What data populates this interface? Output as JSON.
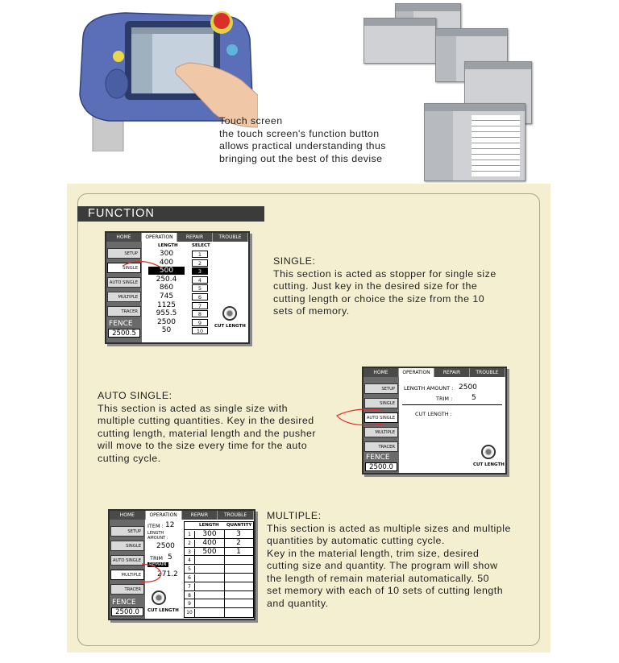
{
  "touch": {
    "line1": "Touch screen",
    "line2": "the touch screen's function button",
    "line3": "allows practical understanding thus",
    "line4": "bringing out the best of this devise"
  },
  "function_title": "FUNCTION",
  "tabs": {
    "home": "HOME",
    "operation": "OPERATION",
    "repair": "REPAIR",
    "trouble": "TROUBLE"
  },
  "sidebar": {
    "setup": "SETUP",
    "single": "SINGLE",
    "auto_single": "AUTO SINGLE",
    "multiple": "MULTIPLE",
    "tracer": "TRACER",
    "fence": "FENCE"
  },
  "single_screen": {
    "length_header": "LENGTH",
    "select_header": "SELECT",
    "lengths": [
      "300",
      "400",
      "500",
      "250.4",
      "860",
      "745",
      "1125",
      "955.5",
      "2500",
      "50"
    ],
    "selects": [
      "1",
      "2",
      "3",
      "4",
      "5",
      "6",
      "7",
      "8",
      "9",
      "10"
    ],
    "selected_index": 3,
    "fence_value": "2500.5",
    "cut_length": "CUT LENGTH"
  },
  "auto_screen": {
    "length_amount_label": "LENGTH AMOUNT :",
    "length_amount_value": "2500",
    "trim_label": "TRIM :",
    "trim_value": "5",
    "cut_length_label": "CUT LENGTH :",
    "fence_value": "2500.0",
    "cut_length": "CUT LENGTH"
  },
  "multiple_screen": {
    "item_label": "ITEM :",
    "item_value": "12",
    "length_amount_label": "LENGTH AMOUNT :",
    "length_amount_value": "2500",
    "trim_label": "TRIM",
    "trim_value": "5",
    "remain_label": "REMAIN",
    "remain_value": "271.2",
    "length_header": "LENGTH",
    "quantity_header": "QUANTITY",
    "rows": [
      "1",
      "2",
      "3",
      "4",
      "5",
      "6",
      "7",
      "8",
      "9",
      "10"
    ],
    "lengths": [
      "300",
      "400",
      "500"
    ],
    "quantities": [
      "3",
      "2",
      "1"
    ],
    "fence_value": "2500.0",
    "cut_length": "CUT LENGTH"
  },
  "single_desc": {
    "title": "SINGLE:",
    "l1": "This section is acted as stopper for single size",
    "l2": "cutting. Just key in the desired size for the",
    "l3": "cutting length or choice the size from the 10",
    "l4": "sets of memory."
  },
  "auto_desc": {
    "title": "AUTO SINGLE:",
    "l1": "This section is acted as single size with",
    "l2": "multiple cutting quantities. Key in the desired",
    "l3": "cutting length, material length and the pusher",
    "l4": "will move to the size every time for the auto",
    "l5": "cutting cycle."
  },
  "multiple_desc": {
    "title": "MULTIPLE:",
    "l1": "This section is acted as multiple sizes and multiple",
    "l2": "quantities by automatic cutting cycle.",
    "l3": "Key in the material length, trim size, desired",
    "l4": "cutting size and quantity. The program will show",
    "l5": "the length of remain material automatically. 50",
    "l6": "set memory with each of 10 sets of cutting length",
    "l7": "and quantity."
  },
  "colors": {
    "panel": "#f4efd0",
    "pendant_blue": "#5a6fb8",
    "stop_red": "#d9302a",
    "title_bar": "#3b3b3b"
  }
}
